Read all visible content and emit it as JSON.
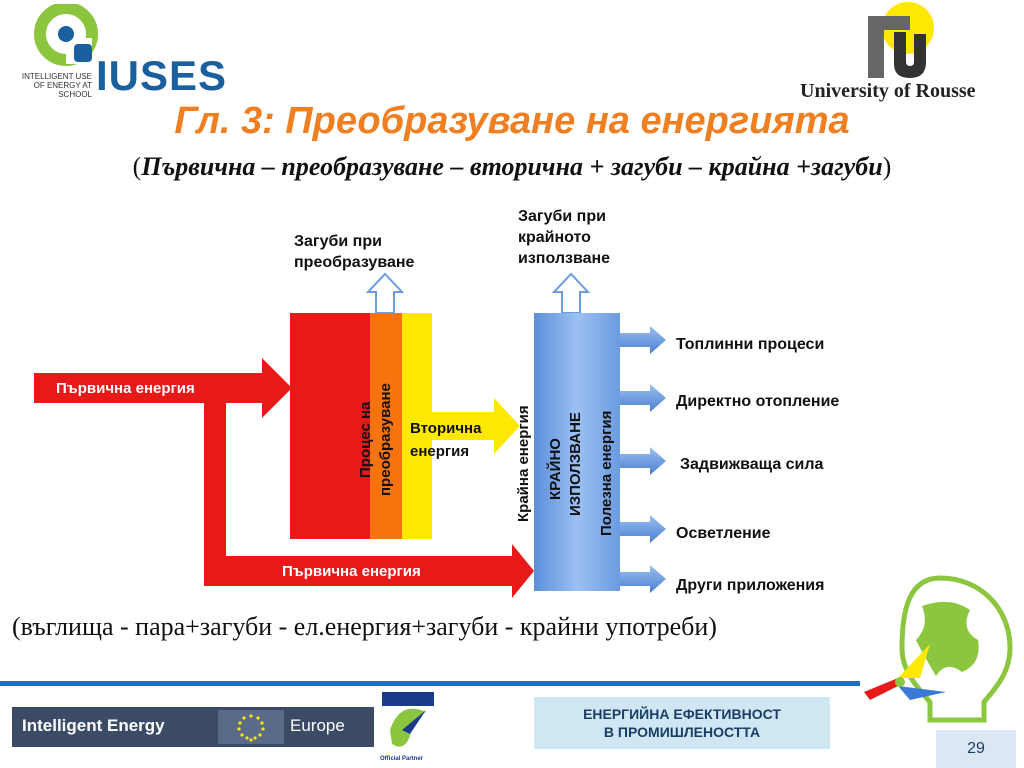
{
  "header": {
    "title": "Гл. 3: Преобразуване на енергията",
    "subtitle": "Първична – преобразуване – вторична + загуби – крайна +загуби",
    "subtitle_open": "(",
    "subtitle_close": ")",
    "university": "University of Rousse",
    "iuses_brand": "IUSES",
    "iuses_tagline_1": "INTELLIGENT USE",
    "iuses_tagline_2": "OF ENERGY AT SCHOOL"
  },
  "diagram": {
    "loss_conversion_1": "Загуби при",
    "loss_conversion_2": "преобразуване",
    "loss_final_1": "Загуби при",
    "loss_final_2": "крайното",
    "loss_final_3": "използване",
    "primary_energy_top": "Първична енергия",
    "primary_energy_bottom": "Първична енергия",
    "process_1": "Процес на",
    "process_2": "преобразуване",
    "secondary_1": "Вторична",
    "secondary_2": "енергия",
    "final_energy": "Крайна енергия",
    "final_use_1": "КРАЙНО",
    "final_use_2": "ИЗПОЛЗВАНЕ",
    "useful_energy": "Полезна енергия",
    "outputs": [
      "Топлинни процеси",
      "Директно отопление",
      "Задвижваща сила",
      "Осветление",
      "Други приложения"
    ]
  },
  "example": "(въглища - пара+загуби - ел.енергия+загуби - крайни употреби)",
  "footer": {
    "ie_left": "Intelligent Energy",
    "ie_right": "Europe",
    "official_partner": "Official Partner",
    "efficiency_1": "ЕНЕРГИЙНА ЕФЕКТИВНОСТ",
    "efficiency_2": "В ПРОМИШЛЕНОСТТА",
    "page_number": "29"
  },
  "colors": {
    "title": "#f07f22",
    "red": "#e81919",
    "orange": "#f7730e",
    "yellow": "#ffe800",
    "blue": "#7aa7e6",
    "footer_line": "#1f6fc0"
  }
}
